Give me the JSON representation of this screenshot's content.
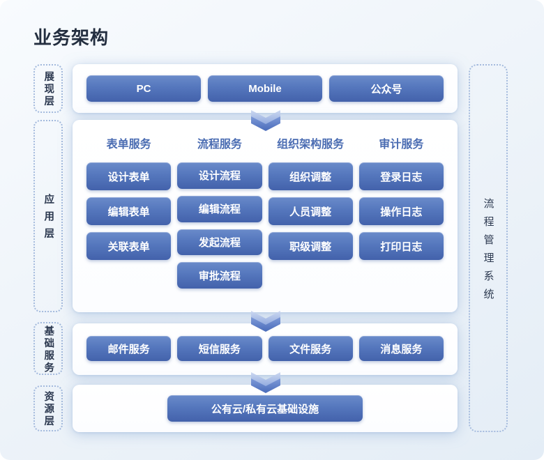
{
  "title": "业务架构",
  "accent_colors": {
    "button_gradient_top": "#6a8bca",
    "button_gradient_bottom": "#4362ab",
    "group_title_text": "#4a6cb2",
    "dotted_border": "#a4badd",
    "layer_label_text": "#2c3950",
    "page_title_text": "#232e3f",
    "arrow_light": "#9db3e2",
    "arrow_dark": "#5478c5",
    "card_background": "#ffffff",
    "page_background": "#ecf2f9"
  },
  "layers": {
    "presentation": {
      "label": "展现层",
      "items": [
        "PC",
        "Mobile",
        "公众号"
      ]
    },
    "application": {
      "label": "应用层",
      "groups": [
        {
          "title": "表单服务",
          "items": [
            "设计表单",
            "编辑表单",
            "关联表单"
          ]
        },
        {
          "title": "流程服务",
          "items": [
            "设计流程",
            "编辑流程",
            "发起流程",
            "审批流程"
          ]
        },
        {
          "title": "组织架构服务",
          "items": [
            "组织调整",
            "人员调整",
            "职级调整"
          ]
        },
        {
          "title": "审计服务",
          "items": [
            "登录日志",
            "操作日志",
            "打印日志"
          ]
        }
      ]
    },
    "basic": {
      "label": "基础服务",
      "items": [
        "邮件服务",
        "短信服务",
        "文件服务",
        "消息服务"
      ]
    },
    "resources": {
      "label": "资源层",
      "items": [
        "公有云/私有云基础设施"
      ]
    }
  },
  "right_panel": {
    "label": "流程管理系统"
  }
}
